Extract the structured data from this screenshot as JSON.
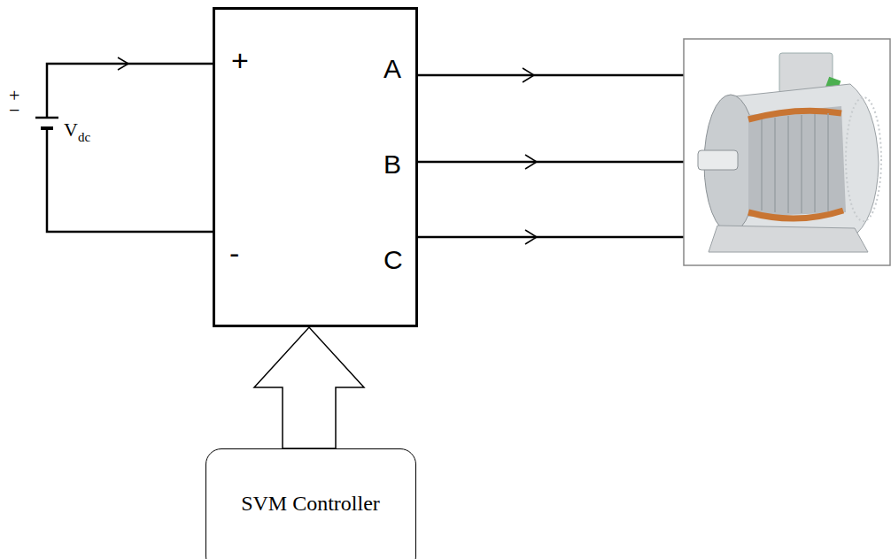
{
  "diagram": {
    "nodes": [
      {
        "text": [
          "+",
          "-",
          "A",
          "B",
          "C"
        ]
      },
      {
        "text": [
          "SVM Controller"
        ]
      }
    ],
    "edges": [
      {
        "from": 1,
        "to": 0,
        "arrow": "to"
      }
    ],
    "labels": [
      "+",
      "−",
      "V",
      "dc"
    ]
  }
}
